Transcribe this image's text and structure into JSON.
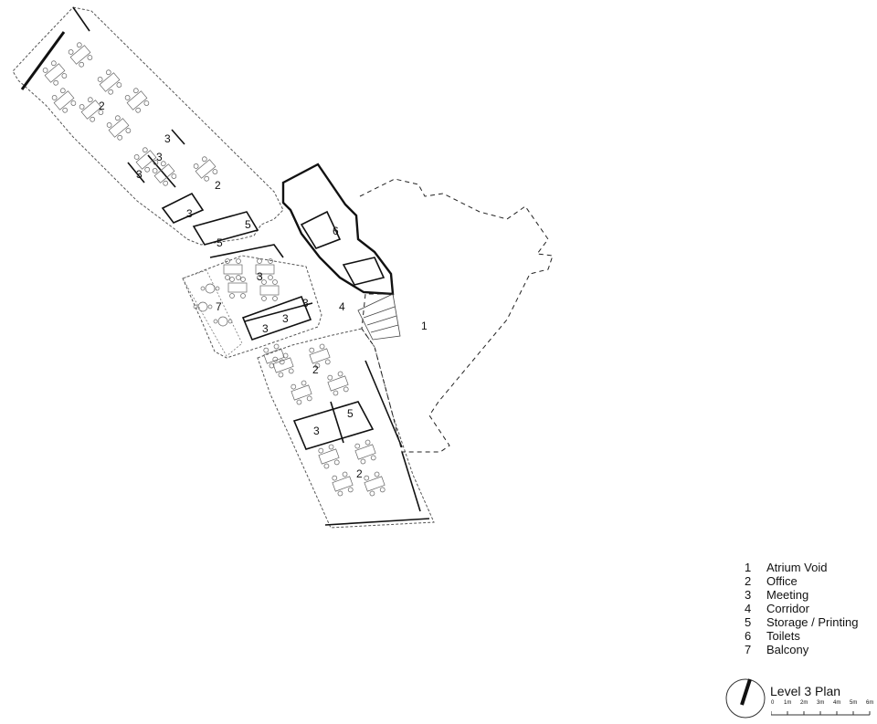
{
  "plan": {
    "room_labels": [
      {
        "id": "office-nw",
        "text": "2"
      },
      {
        "id": "meeting-a",
        "text": "3"
      },
      {
        "id": "meeting-b",
        "text": "3"
      },
      {
        "id": "meeting-c",
        "text": "3"
      },
      {
        "id": "office-mid",
        "text": "2"
      },
      {
        "id": "meeting-d",
        "text": "3"
      },
      {
        "id": "storage-a",
        "text": "5"
      },
      {
        "id": "storage-b",
        "text": "5"
      },
      {
        "id": "meeting-large",
        "text": "3"
      },
      {
        "id": "toilets",
        "text": "6"
      },
      {
        "id": "balcony",
        "text": "7"
      },
      {
        "id": "corridor",
        "text": "4"
      },
      {
        "id": "atrium-void",
        "text": "1"
      },
      {
        "id": "meeting-e",
        "text": "3"
      },
      {
        "id": "meeting-f",
        "text": "3"
      },
      {
        "id": "meeting-g",
        "text": "3"
      },
      {
        "id": "office-south",
        "text": "2"
      },
      {
        "id": "meeting-h",
        "text": "3"
      },
      {
        "id": "storage-c",
        "text": "5"
      },
      {
        "id": "office-se",
        "text": "2"
      }
    ]
  },
  "legend": [
    {
      "num": "1",
      "label": "Atrium Void"
    },
    {
      "num": "2",
      "label": "Office"
    },
    {
      "num": "3",
      "label": "Meeting"
    },
    {
      "num": "4",
      "label": "Corridor"
    },
    {
      "num": "5",
      "label": "Storage / Printing"
    },
    {
      "num": "6",
      "label": "Toilets"
    },
    {
      "num": "7",
      "label": "Balcony"
    }
  ],
  "title_block": {
    "title": "Level 3 Plan",
    "scale_ticks": [
      "0",
      "1m",
      "2m",
      "3m",
      "4m",
      "5m",
      "6m"
    ]
  }
}
